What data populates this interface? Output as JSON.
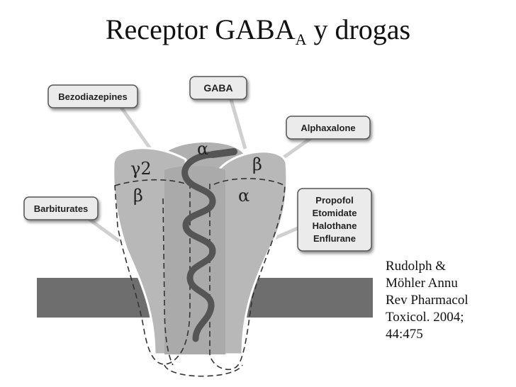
{
  "title": {
    "main": "Receptor GABA",
    "sub": "A",
    "tail": " y drogas"
  },
  "labels": {
    "benzodiazepines": "Bezodiazepines",
    "gaba": "GABA",
    "alphaxalone": "Alphaxalone",
    "barbiturates": "Barbiturates",
    "anesthetics": [
      "Propofol",
      "Etomidate",
      "Halothane",
      "Enflurane"
    ]
  },
  "subunits": {
    "top": "α",
    "left_top": "γ2",
    "left_bottom": "β",
    "right_top": "β",
    "right_bottom": "α"
  },
  "citation": [
    "Rudolph &",
    "Möhler Annu",
    "Rev Pharmacol",
    "Toxicol. 2004;",
    "44:475"
  ],
  "colors": {
    "membrane": "#6e6e6e",
    "receptor": "#b8b8b8",
    "helix": "#555555",
    "callout_bg": "#ebebeb"
  }
}
